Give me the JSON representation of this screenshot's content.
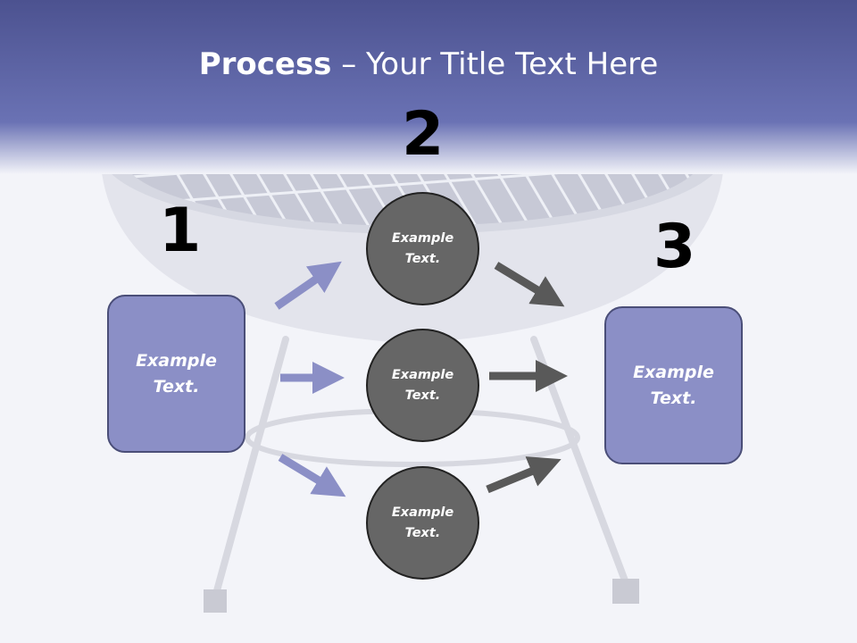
{
  "title": {
    "bold": "Process",
    "rest": " – Your Title Text Here"
  },
  "steps": [
    {
      "number": "1"
    },
    {
      "number": "2"
    },
    {
      "number": "3"
    }
  ],
  "boxes": {
    "left": "Example\nText.",
    "right": "Example\nText."
  },
  "circles": [
    "Example\nText.",
    "Example\nText.",
    "Example\nText."
  ],
  "colors": {
    "header": "#6a72b4",
    "box_fill": "#8b8fc6",
    "circle_fill": "#666666",
    "arrow_left": "#8b8fc6",
    "arrow_right": "#595959"
  }
}
